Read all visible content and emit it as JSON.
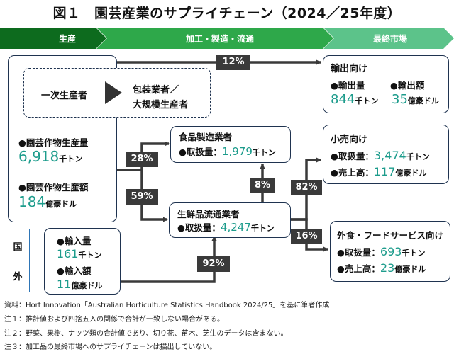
{
  "title": "図１　園芸産業のサプライチェーン（2024／25年度）",
  "stages": [
    "生産",
    "加工・製造・流通",
    "最終市場"
  ],
  "production": {
    "primary_producer": "一次生産者",
    "packer_line1": "包装業者／",
    "packer_line2": "大規模生産者",
    "volume_label": "●園芸作物生産量",
    "volume_value": "6,918",
    "volume_unit": "千トン",
    "value_label": "●園芸作物生産額",
    "value_value": "184",
    "value_unit": "億豪ドル"
  },
  "overseas": {
    "char1": "国",
    "char2": "外",
    "import_volume_label": "●輸入量",
    "import_volume_value": "161",
    "import_volume_unit": "千トン",
    "import_value_label": "●輸入額",
    "import_value_value": "11",
    "import_value_unit": "億豪ドル"
  },
  "food_manufacturer": {
    "title": "食品製造業者",
    "label": "●取扱量：",
    "value": "1,979",
    "unit": "千トン"
  },
  "fresh_distributor": {
    "title": "生鮮品流通業者",
    "label": "●取扱量：",
    "value": "4,247",
    "unit": "千トン"
  },
  "export": {
    "title": "輸出向け",
    "volume_label": "●輸出量",
    "value_label": "●輸出額",
    "volume_value": "844",
    "volume_unit": "千トン",
    "value_value": "35",
    "value_unit": "億豪ドル"
  },
  "retail": {
    "title": "小売向け",
    "volume_label": "●取扱量：",
    "volume_value": "3,474",
    "volume_unit": "千トン",
    "sales_label": "●売上高：",
    "sales_value": "117",
    "sales_unit": "億豪ドル"
  },
  "foodservice": {
    "title": "外食・フードサービス向け",
    "volume_label": "●取扱量：",
    "volume_value": "693",
    "volume_unit": "千トン",
    "sales_label": "●売上高：",
    "sales_value": "23",
    "sales_unit": "億豪ドル"
  },
  "flows": {
    "to_export": "12%",
    "to_food_manufacturer": "28%",
    "to_fresh_distributor": "59%",
    "import_to_distributor": "92%",
    "distributor_to_manufacturer": "8%",
    "to_retail": "82%",
    "to_foodservice": "16%"
  },
  "colors": {
    "banner_dark": "#0d6b1e",
    "banner_mid": "#2ea84a",
    "banner_light": "#5cc38a",
    "value_teal": "#1d9c8c",
    "box_border": "#1f3350",
    "overseas_border": "#2e75b6"
  },
  "notes": [
    "資料：Hort Innovation「Australian Horticulture Statistics Handbook 2024/25」を基に筆者作成",
    "注１：推計値および四捨五入の関係で合計が一致しない場合がある。",
    "注２：野菜、果樹、ナッツ類の合計値であり、切り花、苗木、芝生のデータは含まない。",
    "注３：加工品の最終市場へのサプライチェーンは描出していない。"
  ]
}
